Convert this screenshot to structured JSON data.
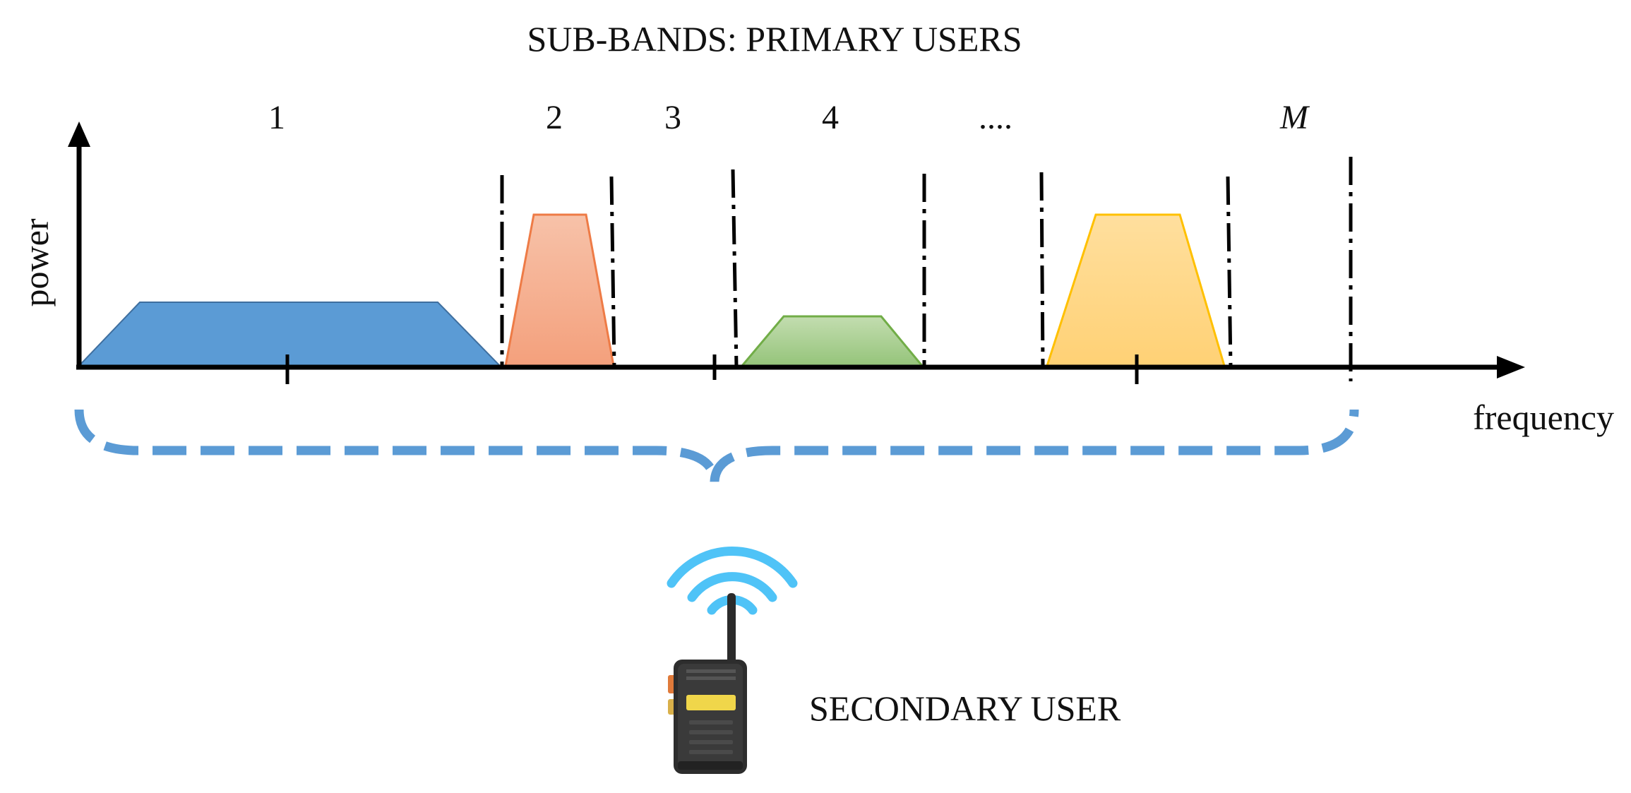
{
  "title": "SUB-BANDS: PRIMARY USERS",
  "axes": {
    "y_label": "power",
    "x_label": "frequency"
  },
  "subband_labels": [
    "1",
    "2",
    "3",
    "4",
    "....",
    "M"
  ],
  "secondary_user": {
    "label": "SECONDARY USER",
    "icon": "walkie-talkie-icon"
  },
  "colors": {
    "band_1": "#5b9bd5",
    "band_2": "#f4a582",
    "band_4": "#a9d18e",
    "band_M": "#ffd480",
    "brace": "#5b9bd5",
    "signal": "#4fc3f7"
  }
}
